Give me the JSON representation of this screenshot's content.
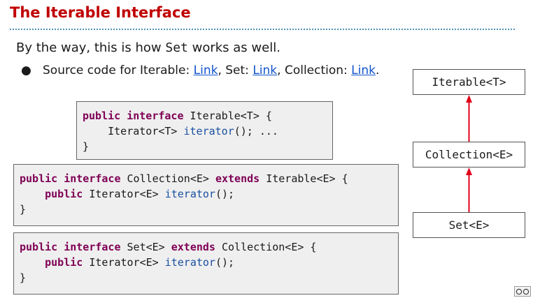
{
  "slide": {
    "title": "The Iterable Interface"
  },
  "lead": {
    "before": "By the way, this is how ",
    "code": "Set",
    "after": " works as well."
  },
  "bullet": {
    "glyph": "●",
    "prefix": "Source code for Iterable: ",
    "link1": "Link",
    "mid1": ", Set: ",
    "link2": "Link",
    "mid2": ", Collection: ",
    "link3": "Link",
    "suffix": "."
  },
  "code_blocks": {
    "iterable": {
      "l1_kw": "public interface",
      "l1_rest": " Iterable<T> {",
      "l2_indent": "    ",
      "l2_type": "Iterator<T> ",
      "l2_method": "iterator",
      "l2_rest": "(); ...",
      "l3": "}"
    },
    "collection": {
      "l1_kw": "public interface",
      "l1_name": " Collection<E> ",
      "l1_kw2": "extends",
      "l1_rest": " Iterable<E> {",
      "l2_indent": "    ",
      "l2_kw": "public",
      "l2_type": " Iterator<E> ",
      "l2_method": "iterator",
      "l2_rest": "();",
      "l3": "}"
    },
    "set": {
      "l1_kw": "public interface",
      "l1_name": " Set<E> ",
      "l1_kw2": "extends",
      "l1_rest": " Collection<E> {",
      "l2_indent": "    ",
      "l2_kw": "public",
      "l2_type": " Iterator<E> ",
      "l2_method": "iterator",
      "l2_rest": "();",
      "l3": "}"
    }
  },
  "hierarchy": {
    "top": "Iterable<T>",
    "middle": "Collection<E>",
    "bottom": "Set<E>",
    "arrow_color": "#e0001b"
  },
  "colors": {
    "title": "#c00000",
    "keyword": "#7f0055",
    "method": "#1a4fa0",
    "link": "#1155cc"
  },
  "badge": {
    "icon": "creative-commons-icon"
  }
}
